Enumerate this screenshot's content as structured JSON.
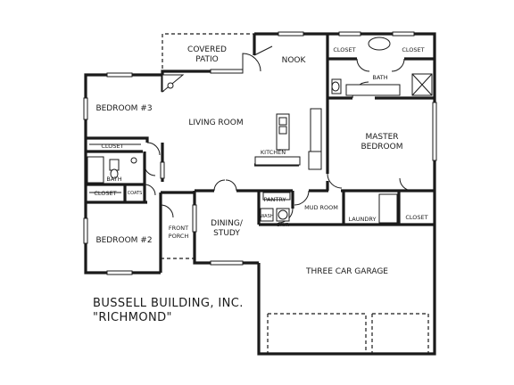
{
  "rooms": {
    "covered_patio": [
      "COVERED",
      "PATIO"
    ],
    "nook": "NOOK",
    "closet_left": "CLOSET",
    "closet_right": "CLOSET",
    "master_bath": "BATH",
    "bedroom3": "BEDROOM #3",
    "living_room": "LIVING ROOM",
    "kitchen": "KITCHEN",
    "master_bedroom": [
      "MASTER",
      "BEDROOM"
    ],
    "hall_closet": "CLOSET",
    "hall_bath": "BATH",
    "closet_bed2": "CLOSET",
    "coats": "COATS",
    "pantry": "PANTRY",
    "mud_room": "MUD ROOM",
    "laundry": "LAUNDRY",
    "closet_garage": "CLOSET",
    "dining": [
      "DINING/",
      "STUDY"
    ],
    "front_porch": [
      "FRONT",
      "PORCH"
    ],
    "bedroom2": "BEDROOM #2",
    "garage": "THREE CAR GARAGE",
    "washer": "WASH",
    "dryer": "DRYR"
  },
  "builder": {
    "name": "BUSSELL BUILDING, INC.",
    "model": "\"RICHMOND\""
  }
}
